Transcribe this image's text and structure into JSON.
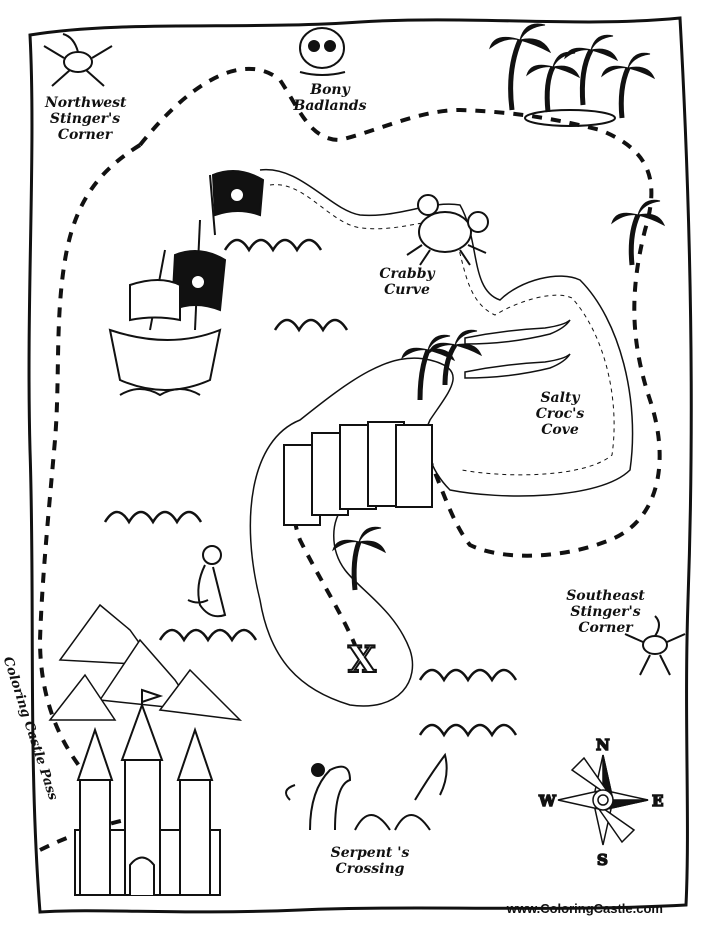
{
  "labels": {
    "northwest": "Northwest\nStinger's\nCorner",
    "bony": "Bony\nBadlands",
    "crabby": "Crabby\nCurve",
    "salty": "Salty\nCroc's\nCove",
    "southeast": "Southeast\nStinger's\nCorner",
    "serpent": "Serpent 's Crossing",
    "pass": "Coloring Castle Pass",
    "treasure": "X"
  },
  "compass": {
    "n": "N",
    "s": "S",
    "e": "E",
    "w": "W"
  },
  "credit": "www.ColoringCastle.com"
}
